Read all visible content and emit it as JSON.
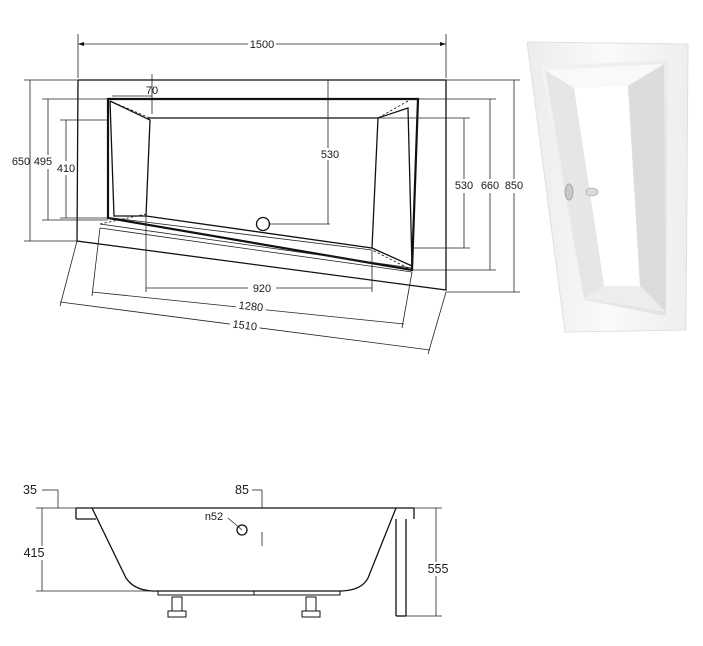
{
  "top_view": {
    "dims": {
      "overall_width": "1500",
      "skew_offset": "70",
      "inner_depth_center": "530",
      "left_outer": "650",
      "left_mid": "495",
      "left_inner": "410",
      "right_inner": "530",
      "right_mid": "660",
      "right_outer": "850",
      "bottom_inner": "920",
      "bottom_mid": "1280",
      "bottom_outer": "1510"
    }
  },
  "photo": {
    "icon": "bathtub-photo"
  },
  "side_view": {
    "dims": {
      "rim_thickness": "35",
      "rim_width": "85",
      "overflow": "n52",
      "inner_height": "415",
      "total_height": "555"
    }
  }
}
